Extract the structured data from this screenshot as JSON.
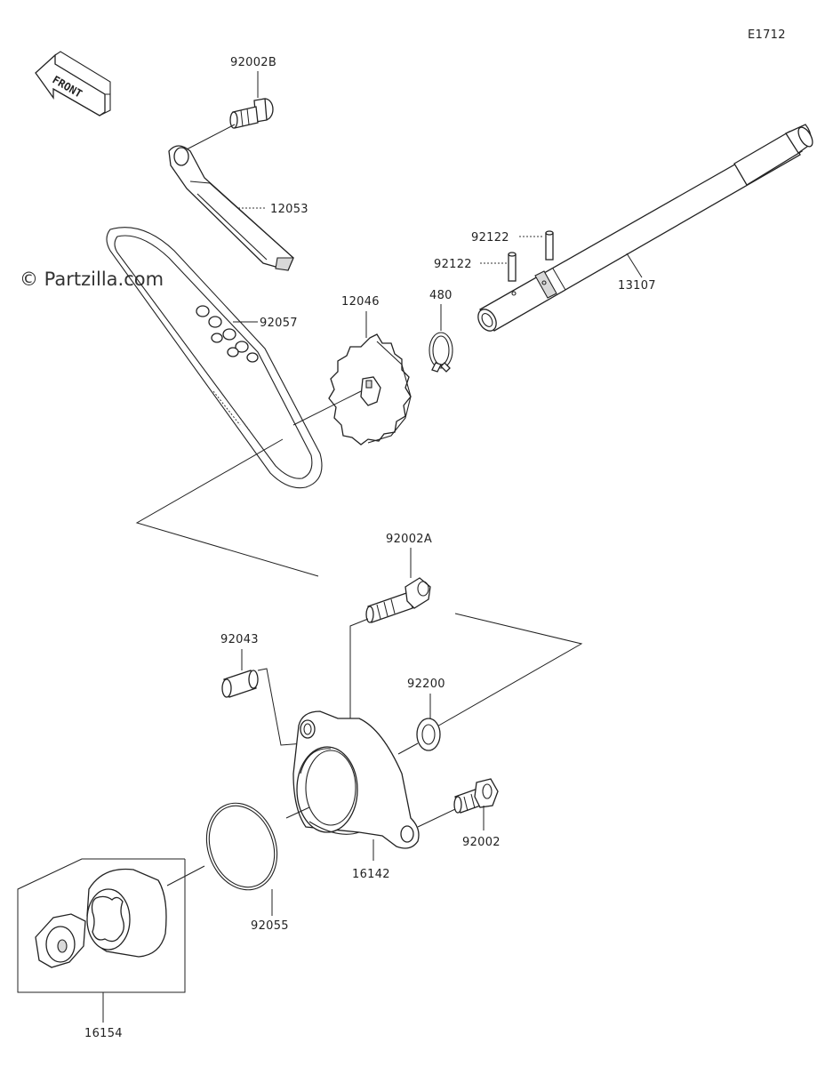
{
  "diagram_code": "E1712",
  "front_label": "FRONT",
  "watermark": "© Partzilla.com",
  "parts": {
    "p92002B": "92002B",
    "p12053": "12053",
    "p92057": "92057",
    "p12046": "12046",
    "p480": "480",
    "p92122_upper": "92122",
    "p92122_lower": "92122",
    "p13107": "13107",
    "p92002A": "92002A",
    "p92043": "92043",
    "p92200": "92200",
    "p92002": "92002",
    "p16142": "16142",
    "p92055": "92055",
    "p16154": "16154"
  }
}
